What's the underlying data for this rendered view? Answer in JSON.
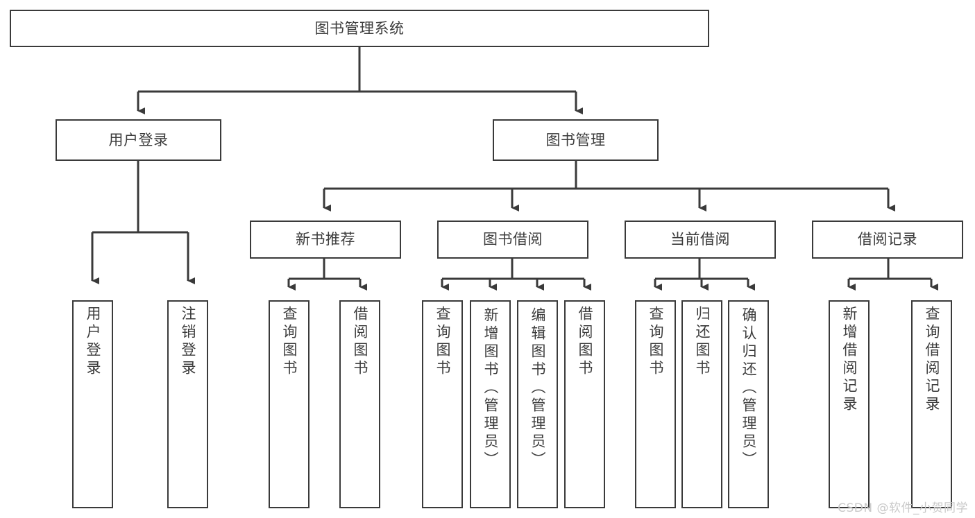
{
  "diagram": {
    "title": "图书管理系统",
    "type": "tree",
    "watermark": "CSDN @软件_小贺同学",
    "colors": {
      "stroke": "#3a3a3a",
      "text": "#3c3c3c",
      "background": "#ffffff",
      "watermark": "#c9c9c9"
    },
    "root": {
      "label": "图书管理系统"
    },
    "level1": [
      {
        "label": "用户登录"
      },
      {
        "label": "图书管理"
      }
    ],
    "level2": [
      {
        "label": "新书推荐"
      },
      {
        "label": "图书借阅"
      },
      {
        "label": "当前借阅"
      },
      {
        "label": "借阅记录"
      }
    ],
    "leaves": {
      "user_login": [
        {
          "label": "用户登录"
        },
        {
          "label": "注销登录"
        }
      ],
      "new_book_recommend": [
        {
          "label": "查询图书"
        },
        {
          "label": "借阅图书"
        }
      ],
      "book_borrow": [
        {
          "label": "查询图书"
        },
        {
          "label": "新增图书（管理员）"
        },
        {
          "label": "编辑图书（管理员）"
        },
        {
          "label": "借阅图书"
        }
      ],
      "current_borrow": [
        {
          "label": "查询图书"
        },
        {
          "label": "归还图书"
        },
        {
          "label": "确认归还（管理员）"
        }
      ],
      "borrow_record": [
        {
          "label": "新增借阅记录"
        },
        {
          "label": "查询借阅记录"
        }
      ]
    }
  }
}
